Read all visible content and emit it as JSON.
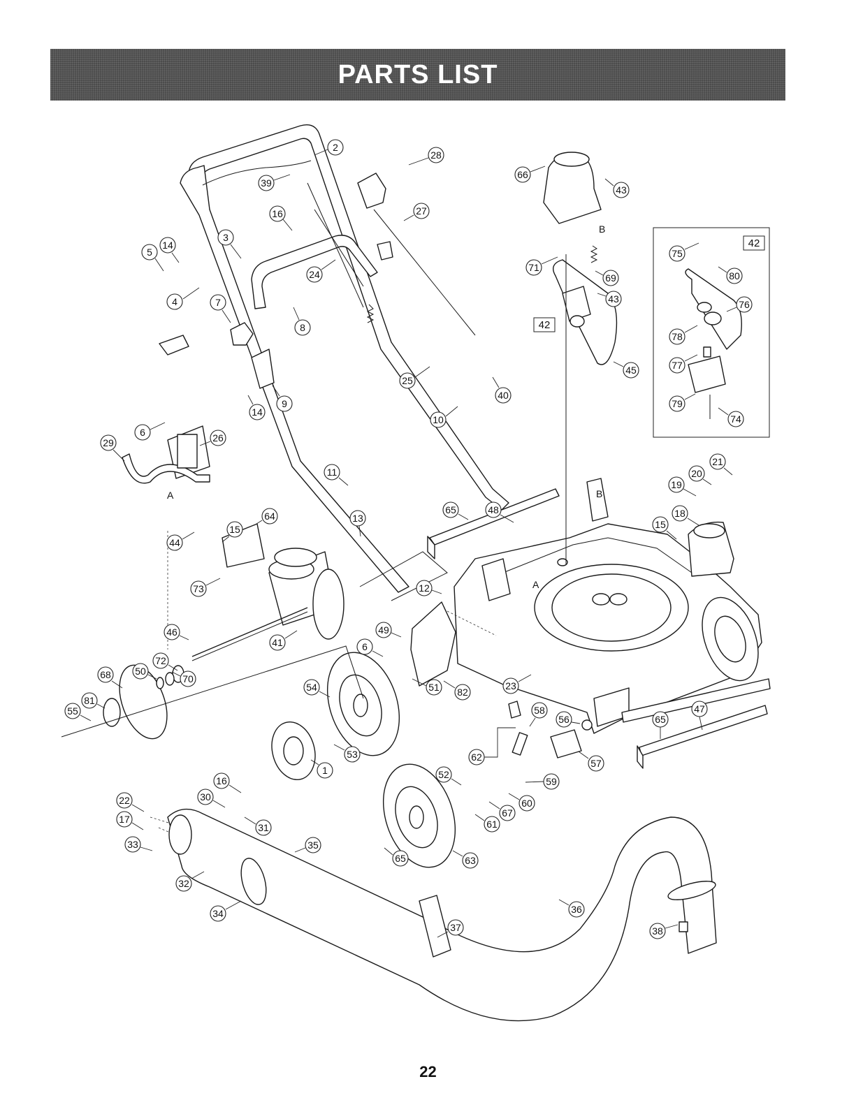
{
  "header": {
    "title": "PARTS LIST"
  },
  "footer": {
    "page_number": "22"
  },
  "inset": {
    "box_label": "42"
  },
  "letters": {
    "a": "A",
    "b": "B"
  },
  "callouts": [
    {
      "n": "2"
    },
    {
      "n": "28"
    },
    {
      "n": "39"
    },
    {
      "n": "16"
    },
    {
      "n": "27"
    },
    {
      "n": "5"
    },
    {
      "n": "14"
    },
    {
      "n": "3"
    },
    {
      "n": "4"
    },
    {
      "n": "24"
    },
    {
      "n": "7"
    },
    {
      "n": "8"
    },
    {
      "n": "25"
    },
    {
      "n": "40"
    },
    {
      "n": "9"
    },
    {
      "n": "14"
    },
    {
      "n": "10"
    },
    {
      "n": "6"
    },
    {
      "n": "29"
    },
    {
      "n": "26"
    },
    {
      "n": "11"
    },
    {
      "n": "64"
    },
    {
      "n": "15"
    },
    {
      "n": "13"
    },
    {
      "n": "65"
    },
    {
      "n": "48"
    },
    {
      "n": "44"
    },
    {
      "n": "73"
    },
    {
      "n": "12"
    },
    {
      "n": "46"
    },
    {
      "n": "41"
    },
    {
      "n": "49"
    },
    {
      "n": "6"
    },
    {
      "n": "68"
    },
    {
      "n": "50"
    },
    {
      "n": "72"
    },
    {
      "n": "70"
    },
    {
      "n": "81"
    },
    {
      "n": "55"
    },
    {
      "n": "54"
    },
    {
      "n": "51"
    },
    {
      "n": "82"
    },
    {
      "n": "23"
    },
    {
      "n": "53"
    },
    {
      "n": "1"
    },
    {
      "n": "66"
    },
    {
      "n": "43"
    },
    {
      "n": "71"
    },
    {
      "n": "69"
    },
    {
      "n": "43"
    },
    {
      "n": "45"
    },
    {
      "n": "75"
    },
    {
      "n": "80"
    },
    {
      "n": "76"
    },
    {
      "n": "78"
    },
    {
      "n": "77"
    },
    {
      "n": "79"
    },
    {
      "n": "74"
    },
    {
      "n": "21"
    },
    {
      "n": "20"
    },
    {
      "n": "19"
    },
    {
      "n": "18"
    },
    {
      "n": "15"
    },
    {
      "n": "58"
    },
    {
      "n": "56"
    },
    {
      "n": "57"
    },
    {
      "n": "65"
    },
    {
      "n": "47"
    },
    {
      "n": "62"
    },
    {
      "n": "52"
    },
    {
      "n": "59"
    },
    {
      "n": "60"
    },
    {
      "n": "67"
    },
    {
      "n": "61"
    },
    {
      "n": "63"
    },
    {
      "n": "65"
    },
    {
      "n": "16"
    },
    {
      "n": "30"
    },
    {
      "n": "31"
    },
    {
      "n": "22"
    },
    {
      "n": "17"
    },
    {
      "n": "33"
    },
    {
      "n": "35"
    },
    {
      "n": "32"
    },
    {
      "n": "34"
    },
    {
      "n": "37"
    },
    {
      "n": "36"
    },
    {
      "n": "38"
    }
  ]
}
